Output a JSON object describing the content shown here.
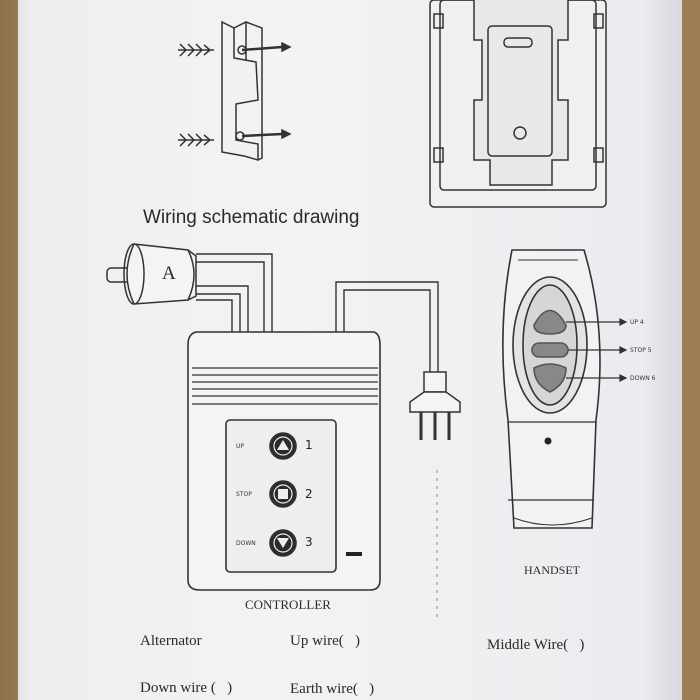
{
  "diagram": {
    "title": "Wiring schematic drawing",
    "motor_label": "A",
    "controller": {
      "label": "CONTROLLER",
      "buttons": [
        {
          "text": "UP",
          "number": "1"
        },
        {
          "text": "STOP",
          "number": "2"
        },
        {
          "text": "DOWN",
          "number": "3"
        }
      ]
    },
    "handset": {
      "label": "HANDSET",
      "callouts": [
        "UP 4",
        "STOP 5",
        "DOWN 6"
      ]
    },
    "legend": {
      "alternator": "Alternator",
      "up_wire": "Up wire(   )",
      "middle_wire": "Middle Wire(   )",
      "down_wire": "Down wire (   )",
      "earth_wire": "Earth wire(   )"
    }
  }
}
